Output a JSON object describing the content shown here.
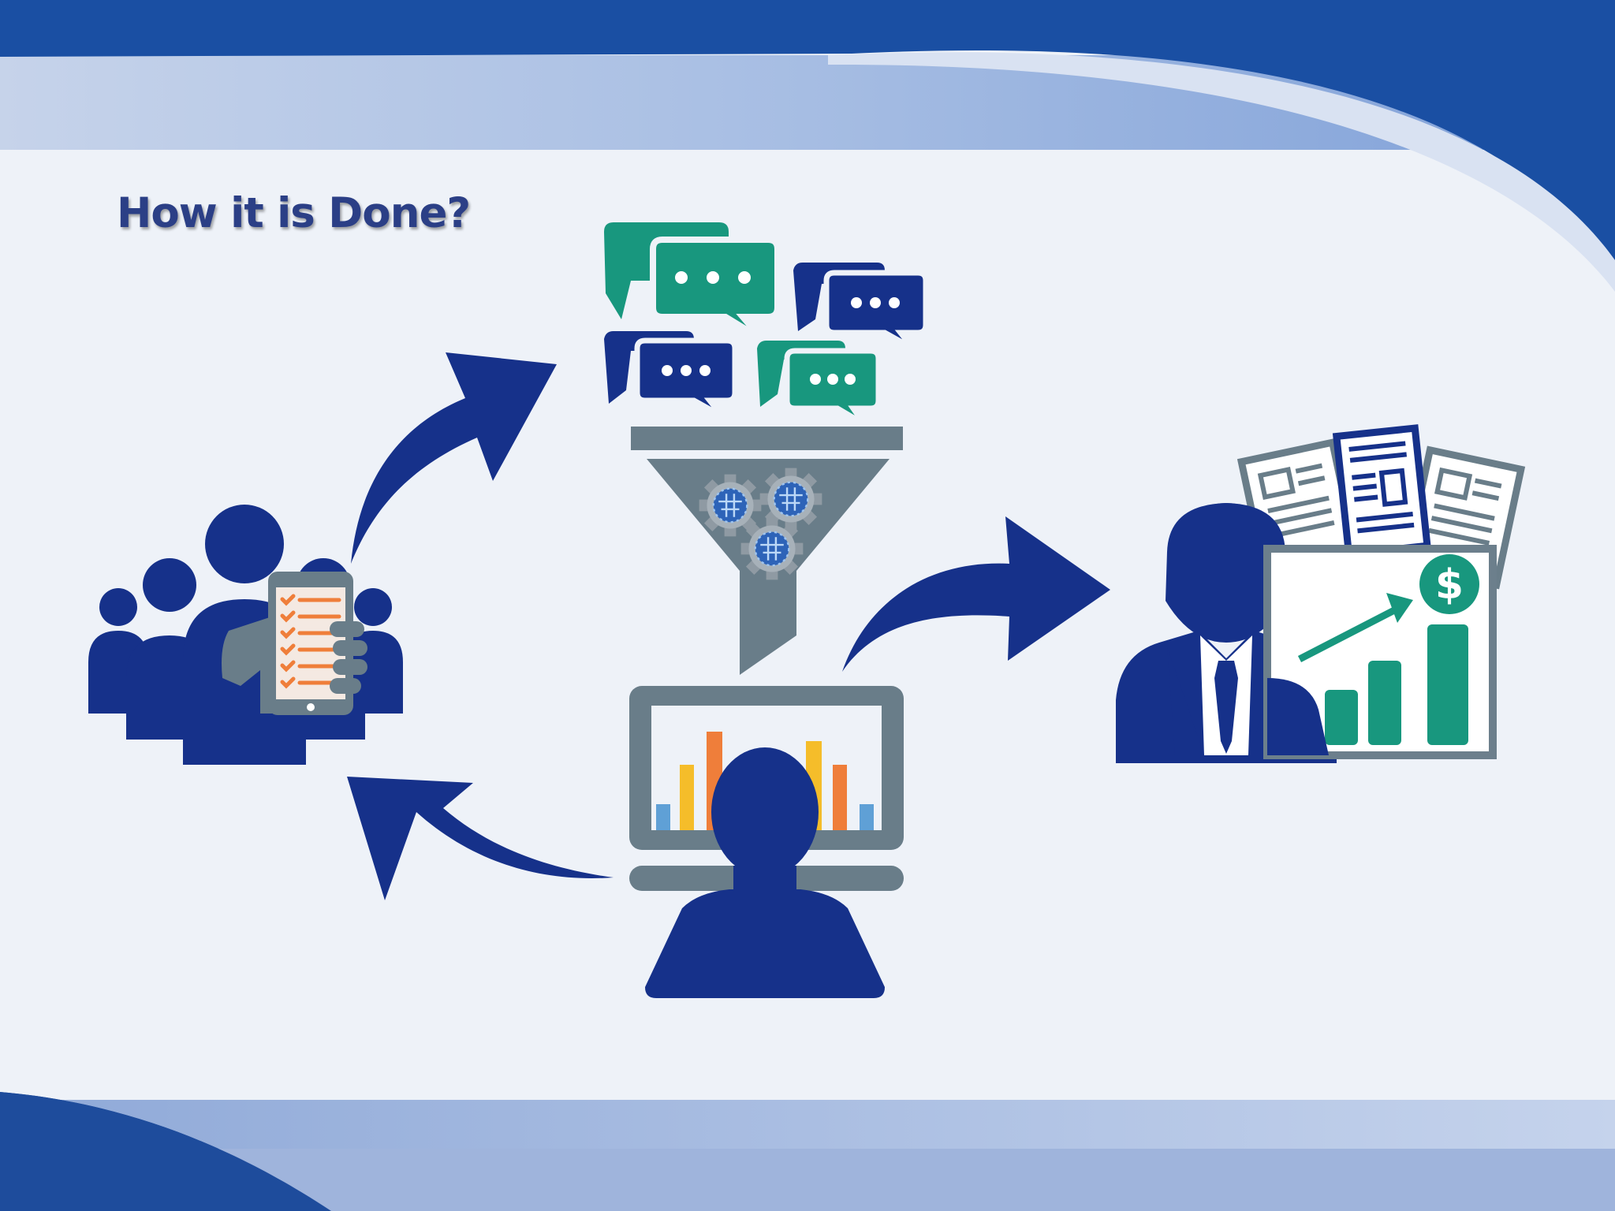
{
  "slide": {
    "title": "How it is Done?"
  },
  "diagram": {
    "nodes": [
      {
        "id": "survey-respondents",
        "icon": "group-with-phone-checklist-icon"
      },
      {
        "id": "feedback-messages",
        "icon": "chat-bubbles-icon"
      },
      {
        "id": "processing-funnel",
        "icon": "funnel-with-gears-icon"
      },
      {
        "id": "data-analyst",
        "icon": "person-at-monitor-bar-chart-icon"
      },
      {
        "id": "business-decision-maker",
        "icon": "businessman-with-reports-growth-chart-icon"
      }
    ],
    "flows": [
      {
        "from": "survey-respondents",
        "to": "feedback-messages"
      },
      {
        "from": "data-analyst",
        "to": "business-decision-maker"
      },
      {
        "from": "data-analyst",
        "to": "survey-respondents"
      }
    ]
  },
  "colors": {
    "navy": "#16318a",
    "teal": "#18977e",
    "gray": "#697d89",
    "orange": "#ef7e3a",
    "yellow": "#f5bd2a",
    "light_blue": "#5fa0d6",
    "title": "#2b3f86"
  }
}
